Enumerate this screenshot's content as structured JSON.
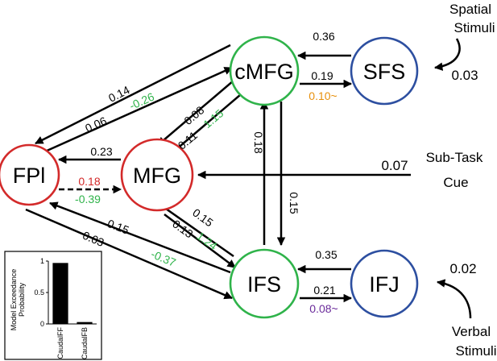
{
  "nodes": {
    "cmfg": {
      "label": "cMFG",
      "color": "#2fb34a"
    },
    "sfs": {
      "label": "SFS",
      "color": "#2d4fa0"
    },
    "fpl": {
      "label": "FPl",
      "color": "#d32a2a"
    },
    "mfg": {
      "label": "MFG",
      "color": "#d32a2a"
    },
    "ifs": {
      "label": "IFS",
      "color": "#2fb34a"
    },
    "ifj": {
      "label": "IFJ",
      "color": "#2d4fa0"
    }
  },
  "edges": {
    "sfs_to_cmfg": "0.36",
    "cmfg_to_sfs": "0.19",
    "cmfg_to_sfs_alt": "0.10~",
    "cmfg_to_fpl": "0.14",
    "fpl_to_cmfg": "0.06",
    "fpl_to_cmfg_alt": "-0.26",
    "cmfg_to_mfg": "0.08",
    "mfg_to_cmfg": "0.11",
    "mfg_to_cmfg_alt": "1.15",
    "mfg_to_fpl": "0.23",
    "fpl_to_mfg": "0.18",
    "fpl_to_mfg_alt": "-0.39",
    "ifs_to_cmfg": "0.18",
    "cmfg_to_ifs": "0.15",
    "ifs_to_mfg": "0.15",
    "mfg_to_ifs": "0.13",
    "mfg_to_ifs_alt": "1.24",
    "ifs_to_fpl": "0.15",
    "fpl_to_ifs": "0.03",
    "fpl_to_ifs_alt": "-0.37",
    "ifj_to_ifs": "0.35",
    "ifs_to_ifj": "0.21",
    "ifs_to_ifj_alt": "0.08~"
  },
  "inputs": {
    "spatial": {
      "label_line1": "Spatial",
      "label_line2": "Stimuli",
      "value": "0.03"
    },
    "cue": {
      "label_line1": "Sub-Task",
      "label_line2": "Cue",
      "value": "0.07"
    },
    "verbal": {
      "label_line1": "Verbal",
      "label_line2": "Stimuli",
      "value": "0.02"
    }
  },
  "colors": {
    "green": "#2fb34a",
    "red": "#d32a2a",
    "orange": "#e8900c",
    "purple": "#6a2a9a",
    "blue": "#2d4fa0"
  },
  "chart_data": {
    "type": "bar",
    "ylabel_line1": "Model Exceedance",
    "ylabel_line2": "Probability",
    "categories": [
      "CaudalFF",
      "CaudalFB"
    ],
    "values": [
      0.97,
      0.03
    ],
    "ylim": [
      0,
      1
    ],
    "yticks": [
      "0",
      "0.5",
      "1"
    ]
  }
}
